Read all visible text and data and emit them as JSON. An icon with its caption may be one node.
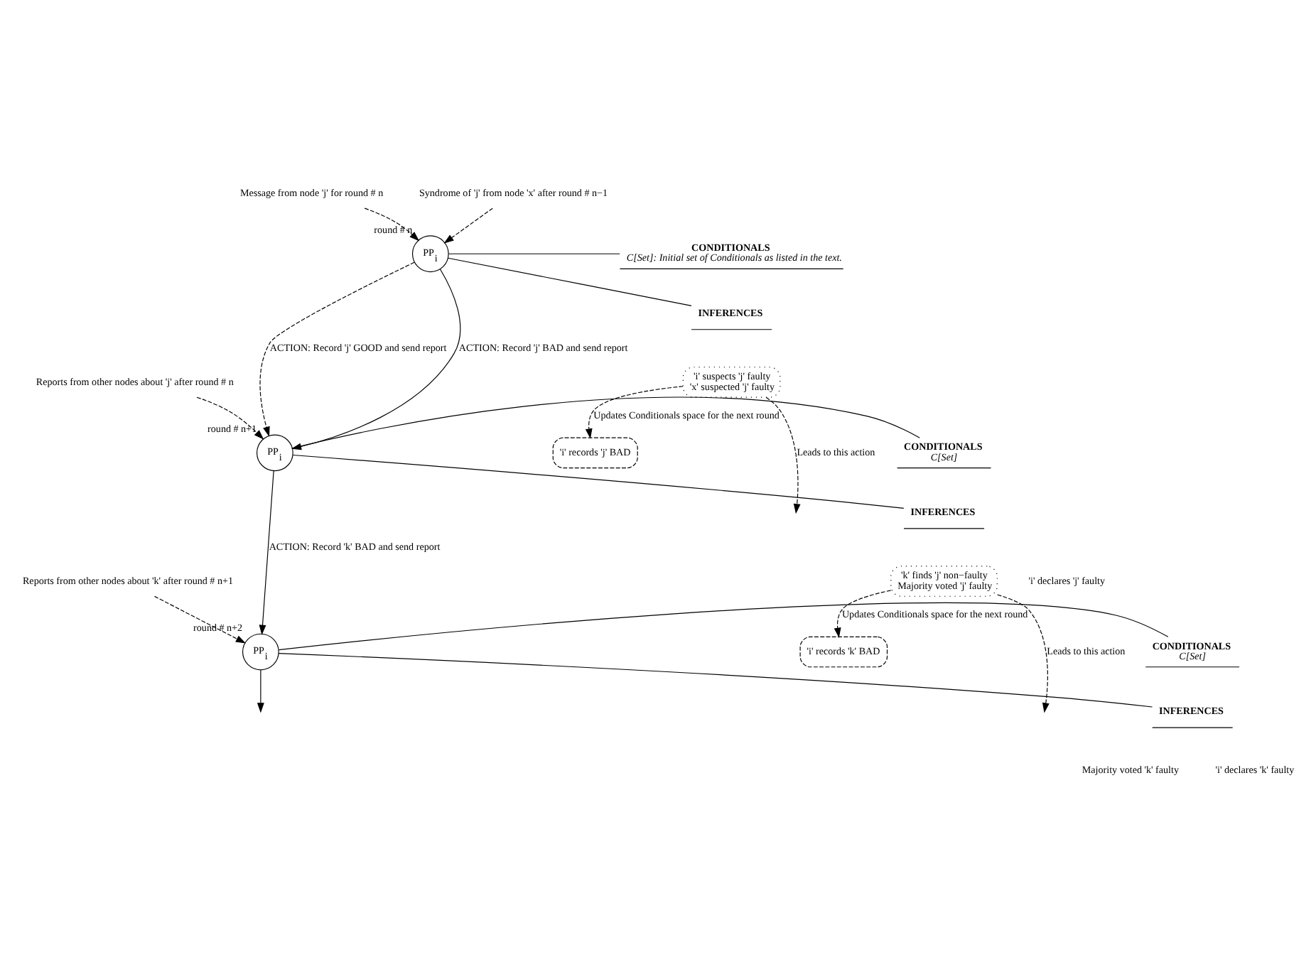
{
  "diagram": {
    "nodes": [
      {
        "text": [
          "Syndrome of 'j' from node 'x' after round # n−1"
        ]
      },
      {
        "text": [
          "Message from node 'j' for round # n"
        ]
      },
      {
        "text": [
          "PP$_{i}$"
        ],
        "beside": [
          "round # n"
        ]
      },
      {
        "text": [
          "CONDITIONALS",
          "C[Set]: Initial set of Conditionals as listed in the text."
        ]
      },
      {
        "text": [
          "INFERENCES"
        ]
      },
      {
        "text": [
          "'i' suspects 'j' faulty",
          "'x' suspected 'j' faulty"
        ]
      },
      {
        "text": [
          "Reports from other nodes about 'j' after round # n"
        ]
      },
      {
        "text": [
          "PP$_{i}$"
        ],
        "beside": [
          "round # n+1"
        ]
      },
      {
        "text": [
          "CONDITIONALS",
          "C[Set]"
        ]
      },
      {
        "text": [
          "'i' records 'j' BAD"
        ]
      },
      {
        "text": [
          "INFERENCES"
        ]
      },
      {
        "text": [
          "'k' finds 'j' non−faulty",
          "Majority voted 'j' faulty"
        ]
      },
      {
        "text": [
          "Reports from other nodes about 'k' after round # n+1"
        ]
      },
      {
        "text": [
          "PP$_{i}$"
        ],
        "beside": [
          "round # n+2"
        ]
      },
      {
        "text": [
          "CONDITIONALS",
          "C[Set]"
        ]
      },
      {
        "text": [
          "'i' records 'k' BAD"
        ]
      },
      {
        "text": [
          "INFERENCES"
        ]
      }
    ],
    "edges": [
      {
        "from": 0,
        "to": 2,
        "arrow": "to",
        "style": "dashed"
      },
      {
        "from": 1,
        "to": 2,
        "arrow": "to",
        "style": "dashed"
      },
      {
        "from": 3,
        "to": 2,
        "arrow": "none"
      },
      {
        "from": 4,
        "to": 2,
        "arrow": "none"
      },
      {
        "from": 2,
        "to": 7,
        "arrow": "to",
        "label": "ACTION: Record 'j' BAD and send report"
      },
      {
        "from": 2,
        "to": 7,
        "arrow": "to",
        "label": "ACTION: Record 'j' GOOD and send report",
        "style": "dashed"
      },
      {
        "from": 5,
        "to": null,
        "arrow": "to",
        "label": "Leads to this action",
        "style": "dashed"
      },
      {
        "from": 5,
        "to": 9,
        "arrow": "to",
        "label": "Updates Conditionals space for the next round",
        "style": "dashed"
      },
      {
        "from": 6,
        "to": 7,
        "arrow": "to",
        "style": "dashed"
      },
      {
        "from": 8,
        "to": 7,
        "arrow": "none"
      },
      {
        "from": 10,
        "to": 7,
        "arrow": "none"
      },
      {
        "from": 7,
        "to": 13,
        "arrow": "to",
        "label": "ACTION: Record 'k' BAD and send report"
      },
      {
        "from": 11,
        "to": null,
        "arrow": "to",
        "label": "Leads to this action",
        "style": "dashed"
      },
      {
        "from": 11,
        "to": 15,
        "arrow": "to",
        "label": "Updates Conditionals space for the next round",
        "style": "dashed"
      },
      {
        "from": 12,
        "to": 13,
        "arrow": "to",
        "style": "dashed"
      },
      {
        "from": 14,
        "to": 13,
        "arrow": "none"
      },
      {
        "from": 16,
        "to": 13,
        "arrow": "none"
      },
      {
        "from": 13,
        "to": null,
        "arrow": "to"
      }
    ],
    "labels": [
      "'i' declares 'j' faulty",
      "Majority voted 'k' faulty",
      "'i' declares 'k' faulty"
    ]
  }
}
